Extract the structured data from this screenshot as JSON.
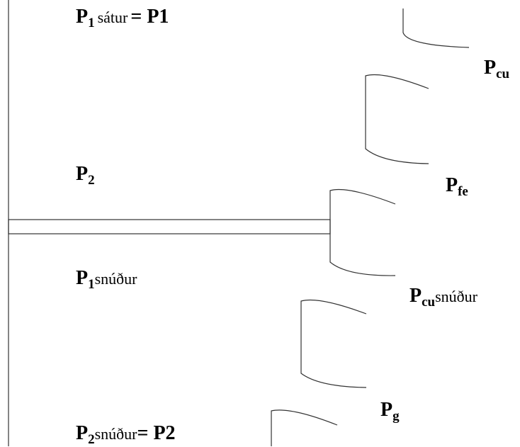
{
  "colors": {
    "stroke": "#333333",
    "text": "#000000",
    "background": "#ffffff"
  },
  "labels": {
    "p1_stator": {
      "symbol": "P",
      "sub": "1",
      "word": "sátur",
      "rhs": "= P1"
    },
    "p_cu": {
      "symbol": "P",
      "sub": "cu"
    },
    "p2": {
      "symbol": "P",
      "sub": "2"
    },
    "p_fe": {
      "symbol": "P",
      "sub": "fe"
    },
    "p1_rotor": {
      "symbol": "P",
      "sub": "1",
      "word": "snúður"
    },
    "p_cu_rotor": {
      "symbol": "P",
      "sub": "cu",
      "word": "snúður"
    },
    "p_g": {
      "symbol": "P",
      "sub": "g"
    },
    "p2_rotor": {
      "symbol": "P",
      "sub": "2",
      "word": "snúður",
      "rhs": "= P2"
    }
  }
}
